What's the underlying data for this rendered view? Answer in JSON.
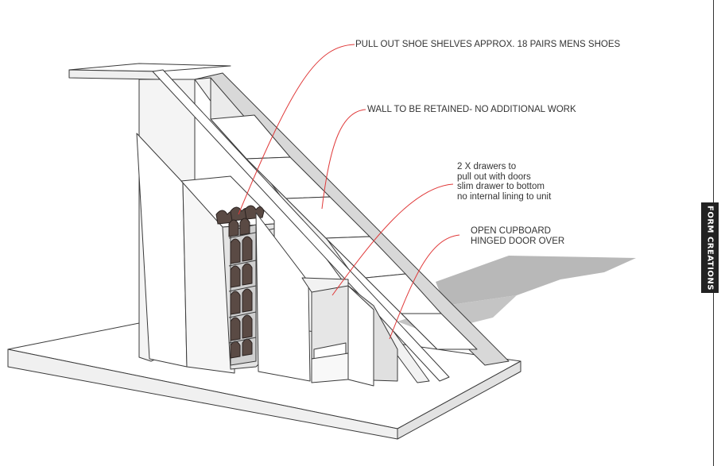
{
  "annotations": {
    "shoe_shelves": "PULL OUT SHOE SHELVES APPROX. 18 PAIRS MENS SHOES",
    "wall": "WALL TO BE RETAINED- NO ADDITIONAL WORK",
    "drawers": [
      "2 X drawers to",
      "pull out with doors",
      "slim drawer to bottom",
      "no internal lining to unit"
    ],
    "cupboard": [
      "OPEN CUPBOARD",
      "HINGED DOOR OVER"
    ]
  },
  "brand": "FORM CREATIONS",
  "colors": {
    "outline": "#3a3a3a",
    "leader": "#e03a3a",
    "shadow": "#b5b5b5",
    "shoe": "#5a4a44",
    "tab": "#222222"
  }
}
